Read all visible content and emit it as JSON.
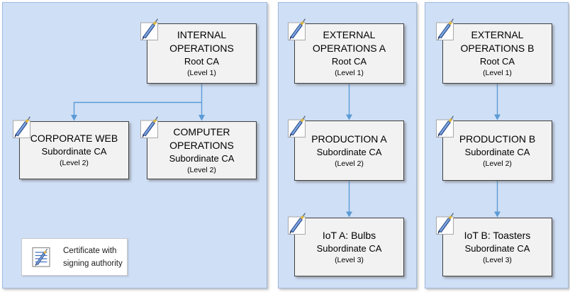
{
  "diagram": {
    "type": "ca-hierarchy",
    "panels": [
      {
        "id": "internal",
        "label": ""
      },
      {
        "id": "external-a",
        "label": ""
      },
      {
        "id": "external-b",
        "label": ""
      }
    ]
  },
  "nodes": [
    {
      "id": "internal-operations-root",
      "title": "INTERNAL\nOPERATIONS",
      "subtitle": "Root CA",
      "level": "(Level 1)",
      "icon": "certificate-pen-icon"
    },
    {
      "id": "corporate-web",
      "title": "CORPORATE WEB",
      "subtitle": "Subordinate CA",
      "level": "(Level 2)",
      "icon": "certificate-pen-icon"
    },
    {
      "id": "computer-operations",
      "title": "COMPUTER\nOPERATIONS",
      "subtitle": "Subordinate CA",
      "level": "(Level 2)",
      "icon": "certificate-pen-icon"
    },
    {
      "id": "external-operations-a-root",
      "title": "EXTERNAL\nOPERATIONS A",
      "subtitle": "Root CA",
      "level": "(Level 1)",
      "icon": "certificate-pen-icon"
    },
    {
      "id": "production-a",
      "title": "PRODUCTION A",
      "subtitle": "Subordinate CA",
      "level": "(Level 2)",
      "icon": "certificate-pen-icon"
    },
    {
      "id": "iot-a-bulbs",
      "title": "IoT A: Bulbs",
      "subtitle": "Subordinate CA",
      "level": "(Level 3)",
      "icon": "certificate-pen-icon"
    },
    {
      "id": "external-operations-b-root",
      "title": "EXTERNAL\nOPERATIONS B",
      "subtitle": "Root CA",
      "level": "(Level 1)",
      "icon": "certificate-pen-icon"
    },
    {
      "id": "production-b",
      "title": "PRODUCTION B",
      "subtitle": "Subordinate CA",
      "level": "(Level 2)",
      "icon": "certificate-pen-icon"
    },
    {
      "id": "iot-b-toasters",
      "title": "IoT B: Toasters",
      "subtitle": "Subordinate CA",
      "level": "(Level 3)",
      "icon": "certificate-pen-icon"
    }
  ],
  "edges": [
    {
      "from": "internal-operations-root",
      "to": "corporate-web"
    },
    {
      "from": "internal-operations-root",
      "to": "computer-operations"
    },
    {
      "from": "external-operations-a-root",
      "to": "production-a"
    },
    {
      "from": "production-a",
      "to": "iot-a-bulbs"
    },
    {
      "from": "external-operations-b-root",
      "to": "production-b"
    },
    {
      "from": "production-b",
      "to": "iot-b-toasters"
    }
  ],
  "legend": {
    "icon": "signed-certificate-icon",
    "text": "Certificate with\nsigning authority"
  },
  "colors": {
    "panel_bg": "#cfdff6",
    "panel_border": "#9fb9dc",
    "node_bg": "#f2f2f2",
    "node_border": "#404040",
    "arrow": "#5b9bd5",
    "legend_bg": "#ffffff"
  }
}
